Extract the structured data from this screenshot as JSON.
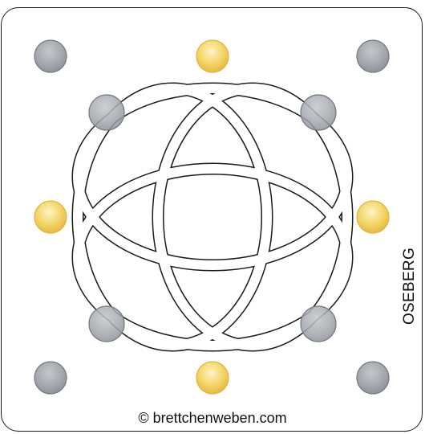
{
  "card": {
    "side_label": "OSEBERG",
    "credit": "© brettchenweben.com"
  },
  "colors": {
    "gold_hole": "#f3d568",
    "gold_hole_edge": "#e2b53a",
    "grey_hole": "#a4a8ae",
    "grey_hole_edge": "#727880",
    "outline": "#1a1a1a"
  },
  "holes": [
    {
      "id": "corner-top-left",
      "color": "grey"
    },
    {
      "id": "top-center",
      "color": "gold"
    },
    {
      "id": "corner-top-right",
      "color": "grey"
    },
    {
      "id": "inner-top-left",
      "color": "grey"
    },
    {
      "id": "inner-top-right",
      "color": "grey"
    },
    {
      "id": "middle-left",
      "color": "gold"
    },
    {
      "id": "middle-right",
      "color": "gold"
    },
    {
      "id": "inner-bottom-left",
      "color": "grey"
    },
    {
      "id": "inner-bottom-right",
      "color": "grey"
    },
    {
      "id": "corner-bottom-left",
      "color": "grey"
    },
    {
      "id": "bottom-center",
      "color": "gold"
    },
    {
      "id": "corner-bottom-right",
      "color": "grey"
    }
  ]
}
